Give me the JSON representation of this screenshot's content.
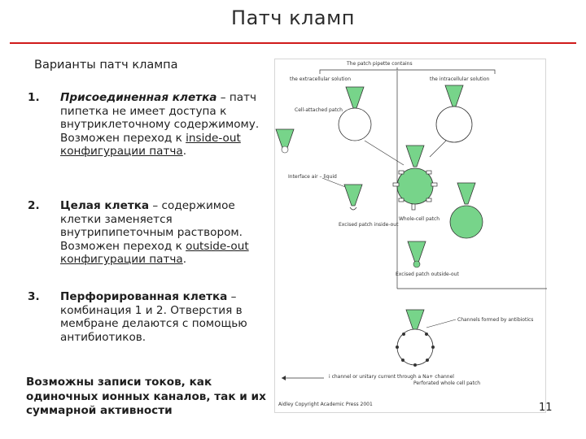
{
  "slide": {
    "title": "Патч кламп",
    "subtitle": "Варианты патч клампа",
    "page_number": "11"
  },
  "items": [
    {
      "number": "1.",
      "heading": "Присоединенная клетка",
      "text_a": " – патч пипетка не имеет доступа к внутриклеточному содержимому. Возможен переход к ",
      "link": "inside-out конфигурации патча",
      "text_b": "."
    },
    {
      "number": "2.",
      "heading": "Целая клетка",
      "text_a": " – содержимое клетки заменяется внутрипипеточным раствором. Возможен переход к ",
      "link": "outside-out конфигурации патча",
      "text_b": "."
    },
    {
      "number": "3.",
      "heading": "Перфорированная клетка",
      "text_a": " – комбинация 1 и 2. Отверстия в мембране делаются с помощью антибиотиков."
    }
  ],
  "footer_text": "Возможны записи токов, как одиночных ионных каналов, так и их суммарной активности",
  "figure": {
    "top_label": "The patch pipette contains",
    "left_header": "the extracellular solution",
    "right_header": "the intracellular solution",
    "labels": {
      "cell_attached": "Cell-attached patch",
      "interface": "Interface air – liquid",
      "excised_inside_out": "Excised patch inside-out",
      "whole_cell": "Whole-cell patch",
      "excised_outside_out": "Excised patch outside-out",
      "channels": "Channels formed by antibiotics",
      "perforated": "Perforated whole cell patch",
      "current": "i channel or unitary current through a Na+ channel",
      "copyright": "Aidley Copyright Academic Press 2001"
    },
    "colors": {
      "pipette_fill": "#77d48a",
      "line": "#333333"
    }
  }
}
